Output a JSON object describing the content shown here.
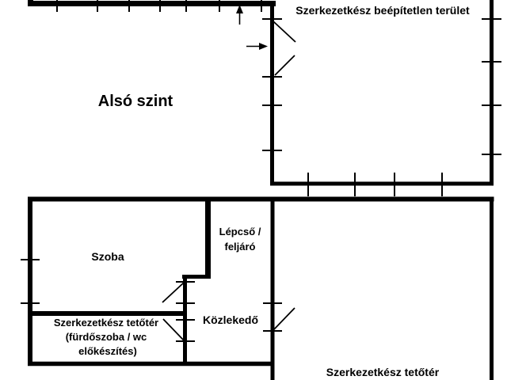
{
  "colors": {
    "background": "#ffffff",
    "line": "#000000",
    "text": "#000000"
  },
  "upper_plan": {
    "title": "Alsó szint",
    "area_label": "Szerkezetkész beépítetlen terület"
  },
  "lower_plan": {
    "szoba_label": "Szoba",
    "stairs_label_line1": "Lépcső /",
    "stairs_label_line2": "feljáró",
    "hallway_label": "Közlekedő",
    "bathroom_label_line1": "Szerkezetkész tetőtér",
    "bathroom_label_line2": "(fürdőszoba / wc",
    "bathroom_label_line3": "előkészítés)",
    "attic_label": "Szerkezetkész tetőtér"
  }
}
